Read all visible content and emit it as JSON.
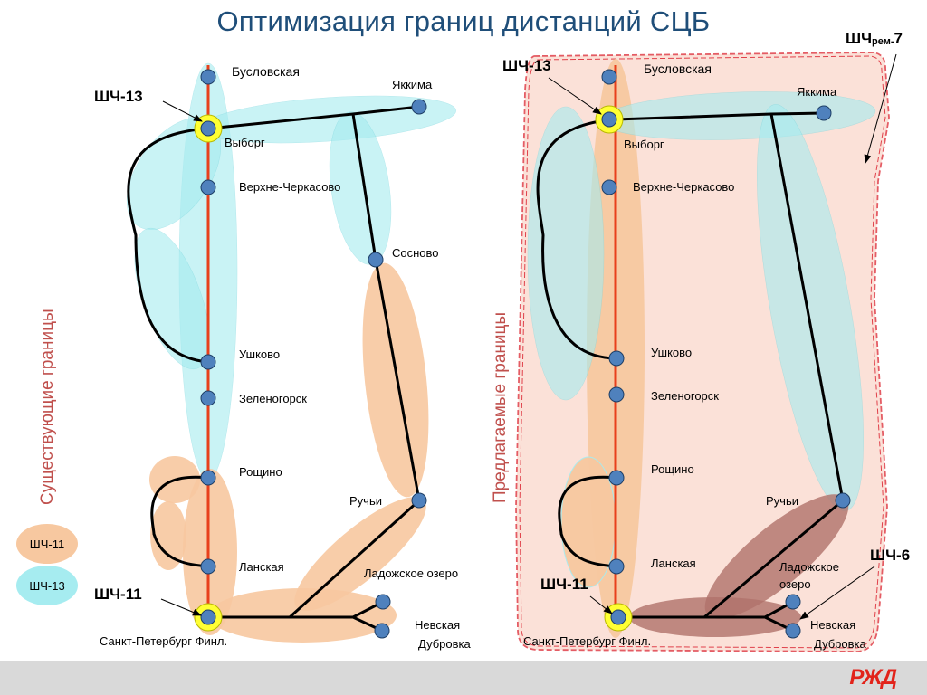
{
  "title": "Оптимизация границ дистанций СЦБ",
  "left": {
    "vertical_label": "Существующие границы",
    "depot_shch13": "ШЧ-13",
    "depot_shch11": "ШЧ-11",
    "legend": [
      {
        "label": "ШЧ-11",
        "color": "#f7c8a0"
      },
      {
        "label": "ШЧ-13",
        "color": "#a6ecf0"
      }
    ],
    "stations": {
      "buslovskaya": "Бусловская",
      "vyborg": "Выборг",
      "verkhne": "Верхне-Черкасово",
      "ushkovo": "Ушково",
      "zelenogorsk": "Зеленогорск",
      "roschino": "Рощино",
      "lanskaya": "Ланская",
      "spb": "Санкт-Петербург Финл.",
      "yakkima": "Яккима",
      "sosnovo": "Сосново",
      "ruchi": "Ручьи",
      "ladoga": "Ладожское озеро",
      "nevskaya1": "Невская",
      "nevskaya2": "Дубровка"
    }
  },
  "right": {
    "vertical_label": "Предлагаемые границы",
    "depot_shch13": "ШЧ-13",
    "depot_shch11": "ШЧ-11",
    "depot_shch6": "ШЧ-6",
    "depot_shchrem_main": "ШЧ",
    "depot_shchrem_sub": "рем-",
    "depot_shchrem_num": "7",
    "stations": {
      "buslovskaya": "Бусловская",
      "vyborg": "Выборг",
      "verkhne": "Верхне-Черкасово",
      "ushkovo": "Ушково",
      "zelenogorsk": "Зеленогорск",
      "roschino": "Рощино",
      "lanskaya": "Ланская",
      "spb": "Санкт-Петербург Финл.",
      "yakkima": "Яккима",
      "ruchi": "Ручьи",
      "ladoga1": "Ладожское",
      "ladoga2": "озеро",
      "nevskaya1": "Невская",
      "nevskaya2": "Дубровка"
    }
  },
  "colors": {
    "cyan_zone": "#a6ecf0",
    "orange_zone": "#f7c8a0",
    "dark_zone": "#b0726a",
    "pink_zone": "#fbdcd2",
    "rail_red": "#e8401c",
    "node": "#4f81bd",
    "depot_ring": "#ffff33",
    "dashed_border": "#e0404a"
  }
}
